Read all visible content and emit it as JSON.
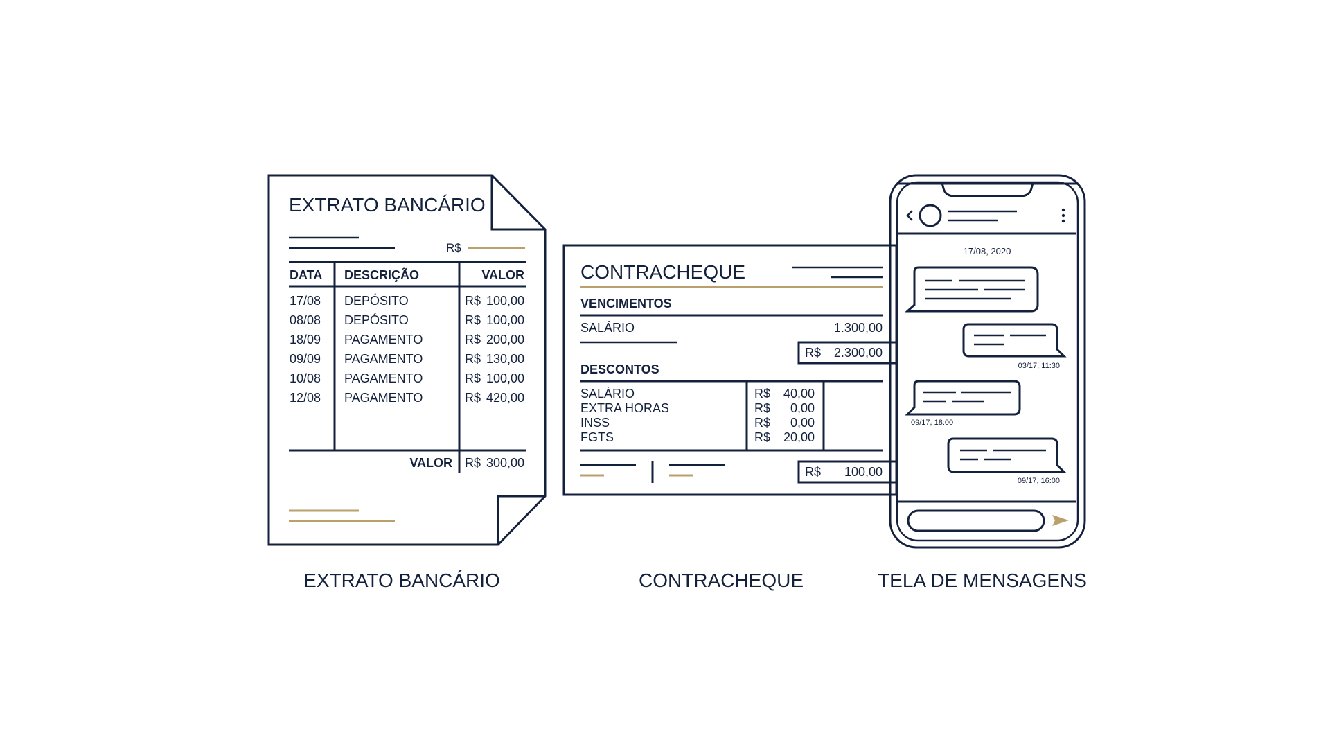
{
  "colors": {
    "navy": "#14213d",
    "gold": "#b9a06c",
    "background": "#ffffff"
  },
  "bank_statement": {
    "title": "EXTRATO BANCÁRIO",
    "currency_label": "R$",
    "headers": {
      "date": "DATA",
      "description": "DESCRIÇÃO",
      "value": "VALOR"
    },
    "rows": [
      {
        "date": "17/08",
        "description": "DEPÓSITO",
        "currency": "R$",
        "value": "100,00"
      },
      {
        "date": "08/08",
        "description": "DEPÓSITO",
        "currency": "R$",
        "value": "100,00"
      },
      {
        "date": "18/09",
        "description": "PAGAMENTO",
        "currency": "R$",
        "value": "200,00"
      },
      {
        "date": "09/09",
        "description": "PAGAMENTO",
        "currency": "R$",
        "value": "130,00"
      },
      {
        "date": "10/08",
        "description": "PAGAMENTO",
        "currency": "R$",
        "value": "100,00"
      },
      {
        "date": "12/08",
        "description": "PAGAMENTO",
        "currency": "R$",
        "value": "420,00"
      }
    ],
    "total": {
      "label": "VALOR",
      "currency": "R$",
      "value": "300,00"
    },
    "caption": "EXTRATO BANCÁRIO"
  },
  "paycheck": {
    "title": "CONTRACHEQUE",
    "earnings": {
      "label": "VENCIMENTOS",
      "item_label": "SALÁRIO",
      "item_value": "1.300,00",
      "subtotal_currency": "R$",
      "subtotal_value": "2.300,00"
    },
    "deductions": {
      "label": "DESCONTOS",
      "rows": [
        {
          "label": "SALÁRIO",
          "currency": "R$",
          "value": "40,00"
        },
        {
          "label": "EXTRA HORAS",
          "currency": "R$",
          "value": "0,00"
        },
        {
          "label": "INSS",
          "currency": "R$",
          "value": "0,00"
        },
        {
          "label": "FGTS",
          "currency": "R$",
          "value": "20,00"
        }
      ]
    },
    "total": {
      "currency": "R$",
      "value": "100,00"
    },
    "caption": "CONTRACHEQUE"
  },
  "phone": {
    "date_header": "17/08, 2020",
    "timestamps": [
      "03/17, 11:30",
      "09/17, 18:00",
      "09/17, 16:00"
    ],
    "icons": {
      "back": "chevron-left-icon",
      "avatar": "avatar-icon",
      "menu": "more-vertical-icon",
      "send": "send-icon"
    },
    "caption": "TELA DE MENSAGENS"
  }
}
